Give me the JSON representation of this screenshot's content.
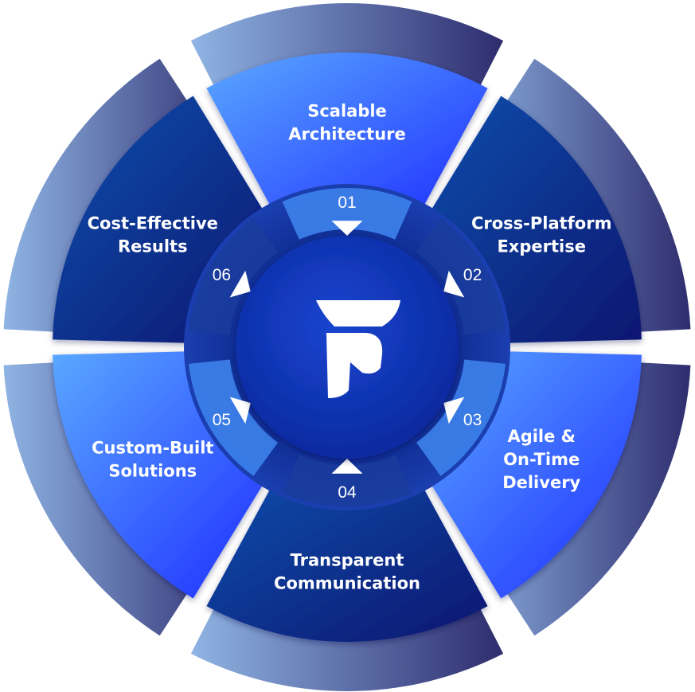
{
  "segments": [
    {
      "number": "01",
      "lines": [
        "Scalable",
        "Architecture"
      ],
      "tone": "bright"
    },
    {
      "number": "02",
      "lines": [
        "Cross-Platform",
        "Expertise"
      ],
      "tone": "dark"
    },
    {
      "number": "03",
      "lines": [
        "Agile &",
        "On-Time",
        "Delivery"
      ],
      "tone": "bright"
    },
    {
      "number": "04",
      "lines": [
        "Transparent",
        "Communication"
      ],
      "tone": "dark"
    },
    {
      "number": "05",
      "lines": [
        "Custom-Built",
        "Solutions"
      ],
      "tone": "bright"
    },
    {
      "number": "06",
      "lines": [
        "Cost-Effective",
        "Results"
      ],
      "tone": "dark"
    }
  ],
  "colors": {
    "outer_light": "#7fa4d8",
    "outer_dark": "#2f2f72",
    "bright_start": "#4fa3ff",
    "bright_end": "#1f2cff",
    "dark_start": "#0d4aa6",
    "dark_end": "#0a1a7a",
    "inner_ring": "#0f2a8f",
    "center": "#0f35b8",
    "text": "#ffffff"
  },
  "logo": {
    "icon": "brand-logo-icon"
  }
}
